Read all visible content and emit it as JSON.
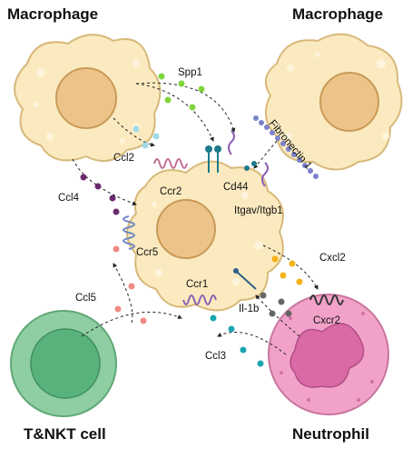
{
  "titles": {
    "macrophage_left": "Macrophage",
    "macrophage_right": "Macrophage",
    "tnkt": "T&NKT cell",
    "neutrophil": "Neutrophil"
  },
  "ligands": {
    "spp1": "Spp1",
    "ccl2": "Ccl2",
    "ccl4": "Ccl4",
    "ccl5": "Ccl5",
    "ccl3": "Ccl3",
    "cxcl2": "Cxcl2",
    "il1b": "Il-1b",
    "fibronectin": "Fibronectin 1"
  },
  "receptors": {
    "ccr2": "Ccr2",
    "cd44": "Cd44",
    "itgav": "Itgav/Itgb1",
    "ccr5": "Ccr5",
    "ccr1": "Ccr1",
    "cxcr2": "Cxcr2"
  },
  "colors": {
    "macrophage_fill": "#fbeac0",
    "macrophage_nucleus": "#ecc48a",
    "tcell_outer": "#8fcea2",
    "tcell_inner": "#58b27c",
    "neutrophil_fill": "#f2a2c9",
    "neutrophil_nucleus": "#d96aa6",
    "spp1": "#7fd63d",
    "ccl2": "#9fdbe8",
    "ccl4": "#6b2a6e",
    "ccl5": "#f08a86",
    "ccl3": "#1aa6b0",
    "cxcl2": "#f5b316",
    "il1b": "#666666",
    "fibronectin": "#7d82cc"
  }
}
